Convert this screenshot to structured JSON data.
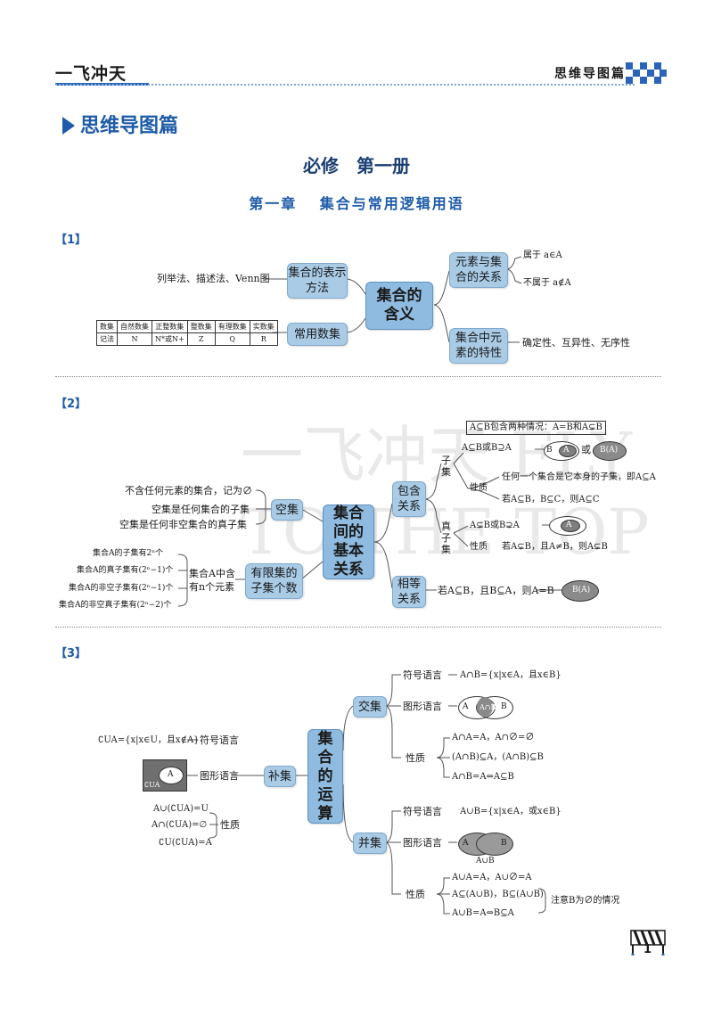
{
  "header": {
    "brand": "一飞冲天",
    "section": "思维导图篇"
  },
  "page_title": "思维导图篇",
  "book_title": "必修　第一册",
  "chapter_title": "第一章　 集合与常用逻辑用语",
  "watermark": "一飞冲天 FLY TO THE TOP",
  "map1": {
    "tag": "【1】",
    "center": "集合的含义",
    "repr": "集合的表示方法",
    "repr_desc": "列举法、描述法、Venn图",
    "common": "常用数集",
    "table_headers": [
      "数集",
      "自然数集",
      "正整数集",
      "整数集",
      "有理数集",
      "实数集"
    ],
    "table_values": [
      "记法",
      "N",
      "N*或N+",
      "Z",
      "Q",
      "R"
    ],
    "relation": "元素与集合的关系",
    "belong": "属于 a∈A",
    "not_belong": "不属于 a∉A",
    "feature": "集合中元素的特性",
    "feature_desc": "确定性、互异性、无序性"
  },
  "map2": {
    "tag": "【2】",
    "center": "集合间的基本关系",
    "empty": "空集",
    "empty_items": [
      "不含任何元素的集合，记为∅",
      "空集是任何集合的子集",
      "空集是任何非空集合的真子集"
    ],
    "finite": "有限集的子集个数",
    "finite_mid": "集合A中含有n个元素",
    "finite_items": [
      "集合A的子集有2ⁿ个",
      "集合A的真子集有(2ⁿ−1)个",
      "集合A的非空子集有(2ⁿ−1)个",
      "集合A的非空真子集有(2ⁿ−2)个"
    ],
    "contain": "包含关系",
    "subset": "子集",
    "subset_note": "A⊆B包含两种情况：A=B和A⊊B",
    "subset_def": "A⊆B或B⊇A",
    "or": "或",
    "ba_label": "B(A)",
    "property": "性质",
    "prop1": "任何一个集合是它本身的子集，即A⊆A",
    "prop2": "若A⊆B，B⊆C，则A⊆C",
    "proper": "真子集",
    "proper_def": "A⊊B或B⊋A",
    "proper_prop_label": "性质",
    "proper_prop": "若A⊊B，且A≠B，则A⊊B",
    "equal": "相等关系",
    "equal_desc": "若A⊆B，且B⊆A，则A=B",
    "label_a": "A",
    "label_b": "B"
  },
  "map3": {
    "tag": "【3】",
    "center": "集合的运算",
    "intersect": "交集",
    "union": "并集",
    "complement": "补集",
    "symbol": "符号语言",
    "graphic": "图形语言",
    "property": "性质",
    "inter_symbol": "A∩B={x|x∈A，且x∈B}",
    "inter_props": [
      "A∩A=A，A∩∅=∅",
      "(A∩B)⊆A，(A∩B)⊆B",
      "A∩B=A⇔A⊆B"
    ],
    "inter_venn_mid": "A∩B",
    "union_symbol": "A∪B={x|x∈A，或x∈B}",
    "union_venn_label": "A∪B",
    "union_props": [
      "A∪A=A，A∪∅=A",
      "A⊆(A∪B)，B⊆(A∪B)",
      "A∪B=A⇔B⊆A"
    ],
    "union_note": "注意B为∅的情况",
    "comp_symbol": "∁UA={x|x∈U，且x∉A}",
    "comp_venn_label": "∁UA",
    "comp_props": [
      "A∪(∁UA)=U",
      "A∩(∁UA)=∅",
      "∁U(∁UA)=A"
    ],
    "label_a": "A",
    "label_b": "B"
  },
  "page_number": "1"
}
